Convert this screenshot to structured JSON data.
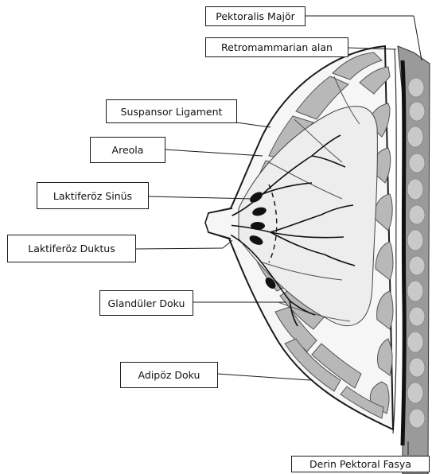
{
  "labels": {
    "pektoralis_major": "Pektoralis Majör",
    "retromammarian_alan": "Retromammarian alan",
    "suspansor_ligament": "Suspansor Ligament",
    "areola": "Areola",
    "laktiferoz_sinus": "Laktiferöz Sinüs",
    "laktiferoz_duktus": "Laktiferöz Duktus",
    "glanduler_doku": "Glandüler Doku",
    "adipoz_doku": "Adipöz Doku",
    "derin_pektoral_fasya": "Derin Pektoral Fasya"
  },
  "colors": {
    "outline": "#1a1a1a",
    "fat_lobule_fill": "#b8b8b8",
    "fat_lobule_stroke": "#6a6a6a",
    "muscle_band": "#9a9a9a",
    "gland_fill": "#f2f2f2",
    "duct": "#111111"
  }
}
